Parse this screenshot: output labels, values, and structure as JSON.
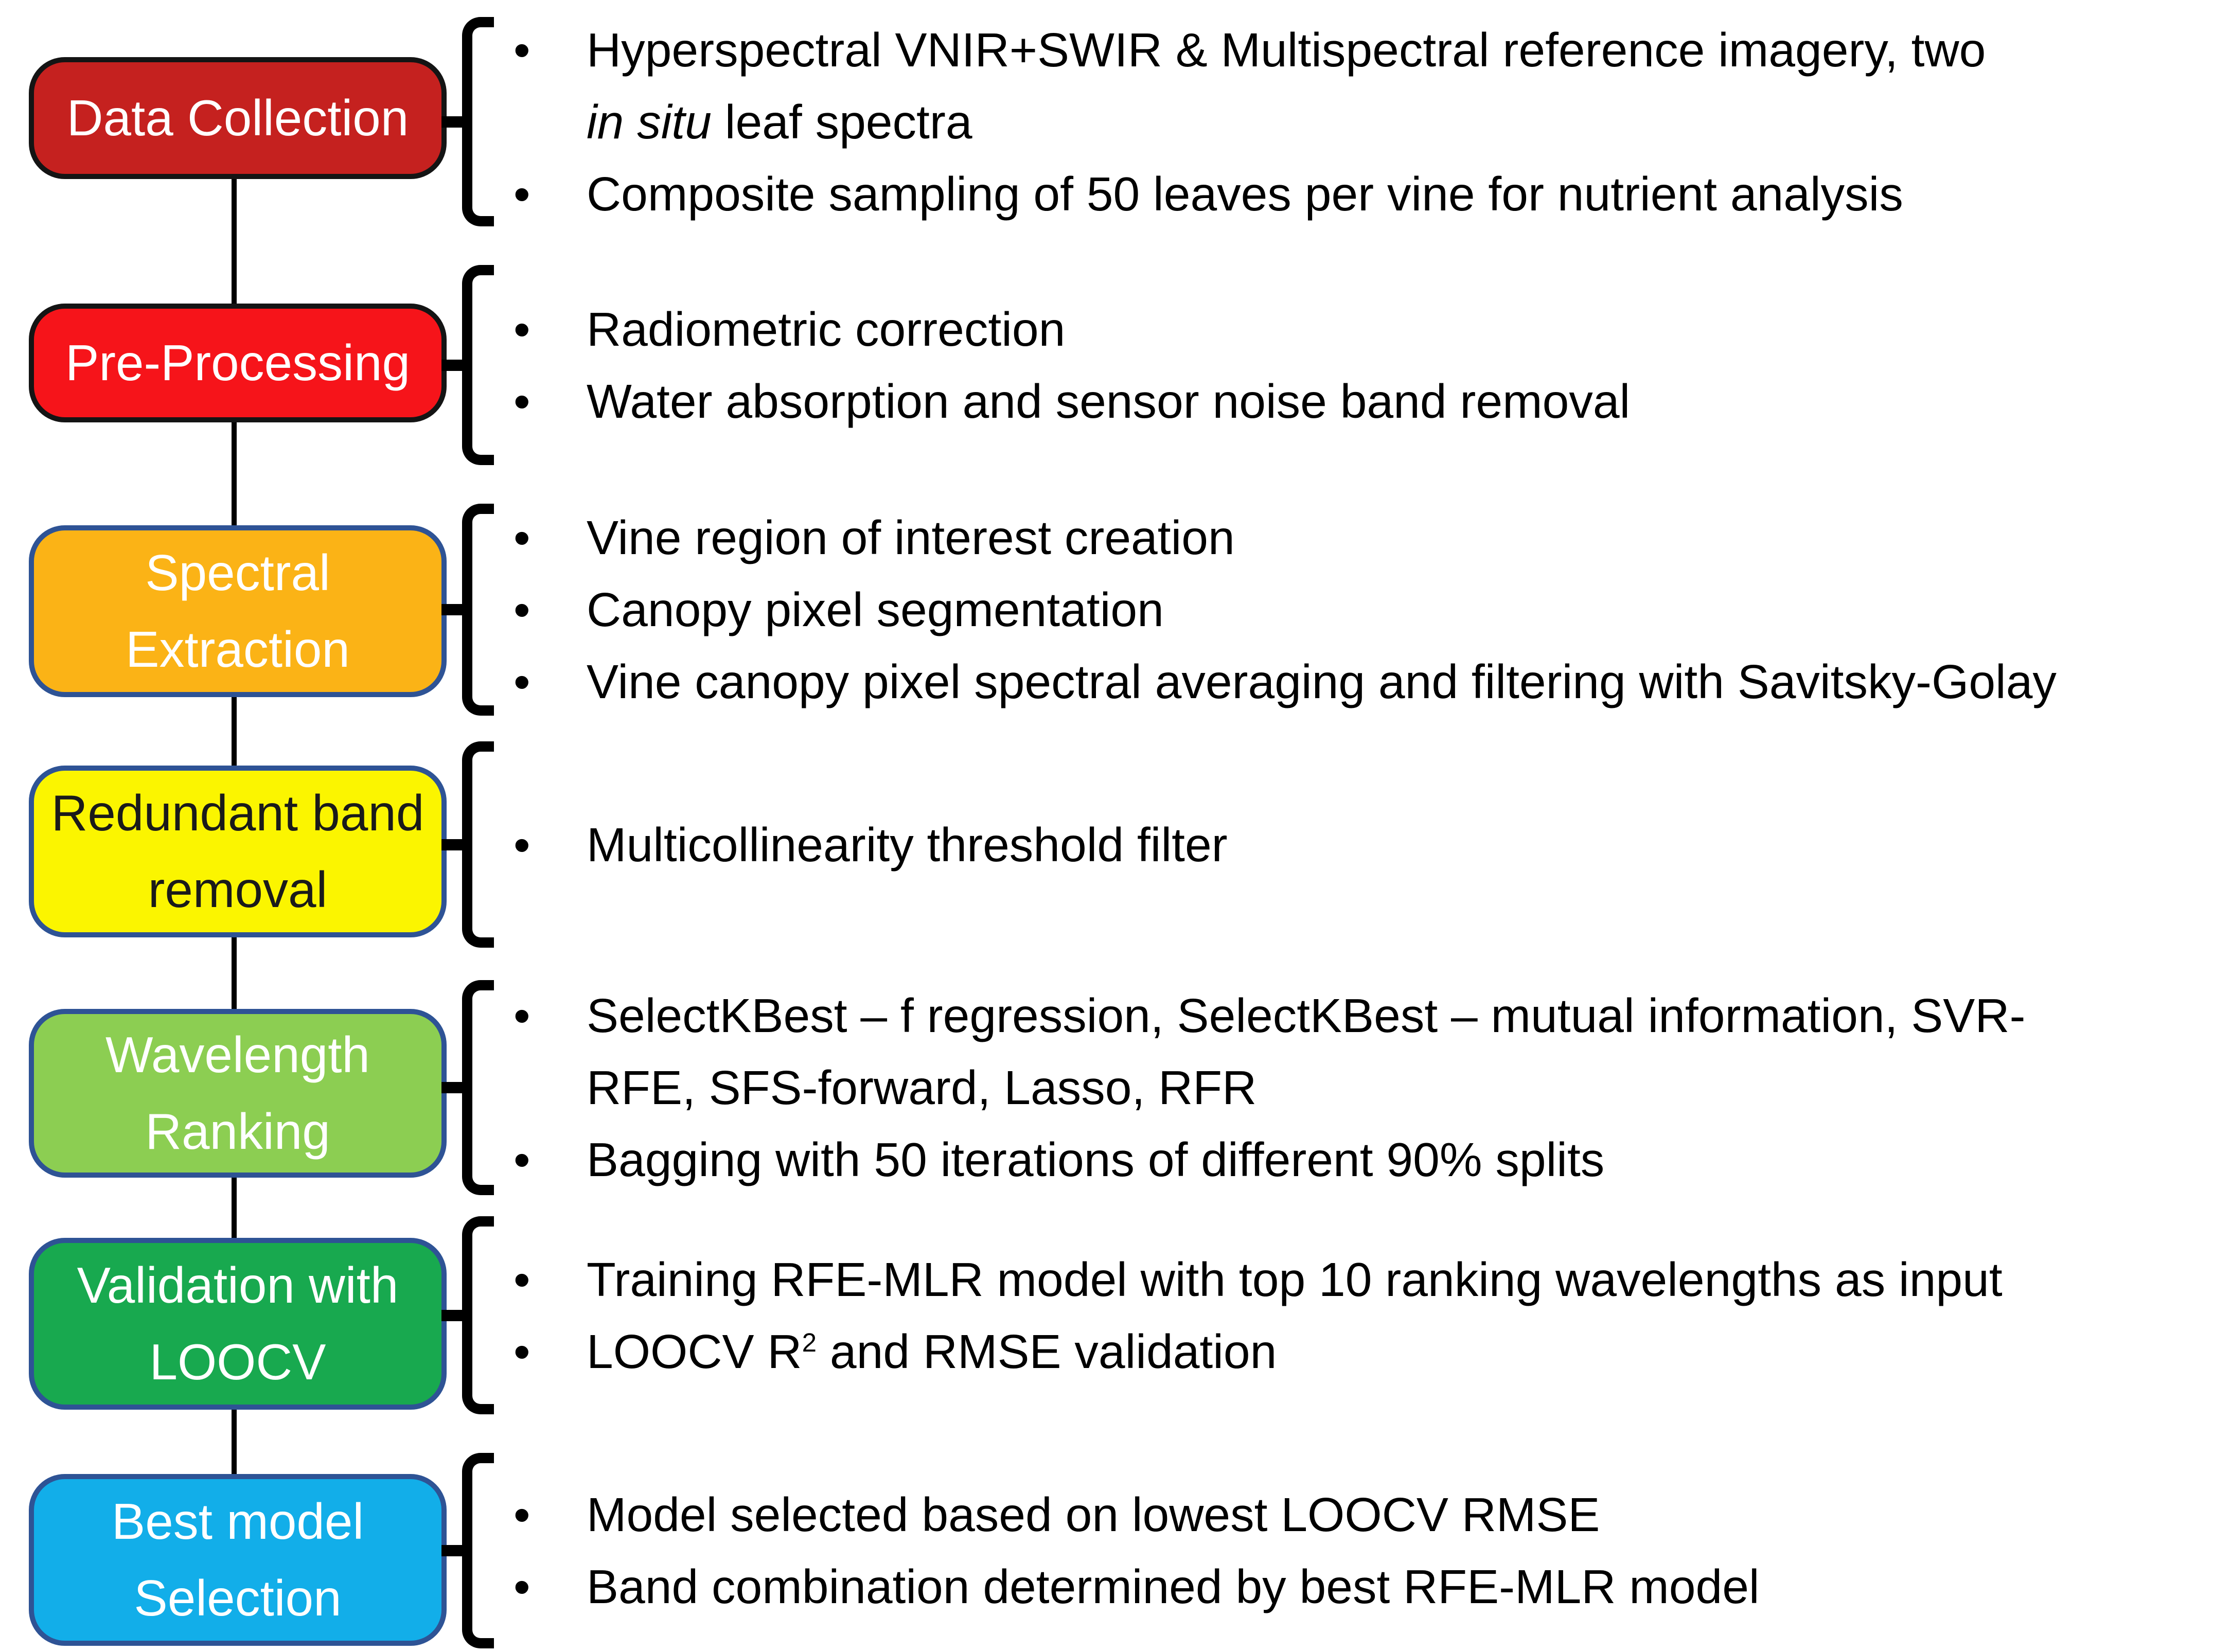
{
  "diagram": {
    "bullet_glyph": "•",
    "connector_color": "#000000",
    "sections": [
      {
        "id": "data-collection",
        "label": "Data Collection",
        "box_fill": "#C5211F",
        "box_border": "#141414",
        "label_color": "#FFFFFF",
        "bullets": [
          {
            "lines": [
              [
                {
                  "text": "Hyperspectral VNIR+SWIR & Multispectral reference imagery, two"
                }
              ],
              [
                {
                  "text": "in situ",
                  "italic": true
                },
                {
                  "text": " leaf spectra"
                }
              ]
            ]
          },
          {
            "lines": [
              [
                {
                  "text": "Composite sampling of 50 leaves per vine for nutrient analysis"
                }
              ]
            ]
          }
        ]
      },
      {
        "id": "pre-processing",
        "label": "Pre-Processing",
        "box_fill": "#F6141A",
        "box_border": "#141414",
        "label_color": "#FFFFFF",
        "bullets": [
          {
            "lines": [
              [
                {
                  "text": "Radiometric correction"
                }
              ]
            ]
          },
          {
            "lines": [
              [
                {
                  "text": "Water absorption and sensor noise band removal"
                }
              ]
            ]
          }
        ]
      },
      {
        "id": "spectral-extraction",
        "label": "Spectral Extraction",
        "box_fill": "#FBB316",
        "box_border": "#2E5395",
        "label_color": "#FFFFFF",
        "bullets": [
          {
            "lines": [
              [
                {
                  "text": "Vine region of interest creation"
                }
              ]
            ]
          },
          {
            "lines": [
              [
                {
                  "text": "Canopy pixel segmentation"
                }
              ]
            ]
          },
          {
            "lines": [
              [
                {
                  "text": "Vine canopy pixel spectral averaging and filtering with Savitsky-Golay"
                }
              ]
            ]
          }
        ]
      },
      {
        "id": "redundant-band-removal",
        "label": "Redundant band removal",
        "box_fill": "#FBF500",
        "box_border": "#2E5395",
        "label_color": "#1A1A1A",
        "bullets": [
          {
            "lines": [
              [
                {
                  "text": "Multicollinearity threshold filter"
                }
              ]
            ]
          }
        ]
      },
      {
        "id": "wavelength-ranking",
        "label": "Wavelength Ranking",
        "box_fill": "#8CCE52",
        "box_border": "#2E5395",
        "label_color": "#FFFFFF",
        "bullets": [
          {
            "lines": [
              [
                {
                  "text": "SelectKBest – f regression, SelectKBest – mutual information, SVR-"
                }
              ],
              [
                {
                  "text": "RFE, SFS-forward, Lasso, RFR"
                }
              ]
            ]
          },
          {
            "lines": [
              [
                {
                  "text": "Bagging with 50 iterations of different 90% splits"
                }
              ]
            ]
          }
        ]
      },
      {
        "id": "validation-with-loocv",
        "label": "Validation with LOOCV",
        "box_fill": "#18A94F",
        "box_border": "#2E5395",
        "label_color": "#FFFFFF",
        "bullets": [
          {
            "lines": [
              [
                {
                  "text": "Training RFE-MLR model with top 10 ranking wavelengths as input"
                }
              ]
            ]
          },
          {
            "lines": [
              [
                {
                  "text": "LOOCV R"
                },
                {
                  "text": "2",
                  "sup": true
                },
                {
                  "text": " and RMSE validation"
                }
              ]
            ]
          }
        ]
      },
      {
        "id": "best-model-selection",
        "label": "Best model Selection",
        "box_fill": "#12AEE9",
        "box_border": "#2E5395",
        "label_color": "#FFFFFF",
        "bullets": [
          {
            "lines": [
              [
                {
                  "text": "Model selected based on lowest LOOCV RMSE"
                }
              ]
            ]
          },
          {
            "lines": [
              [
                {
                  "text": "Band combination determined by best RFE-MLR model"
                }
              ]
            ]
          }
        ]
      }
    ]
  }
}
